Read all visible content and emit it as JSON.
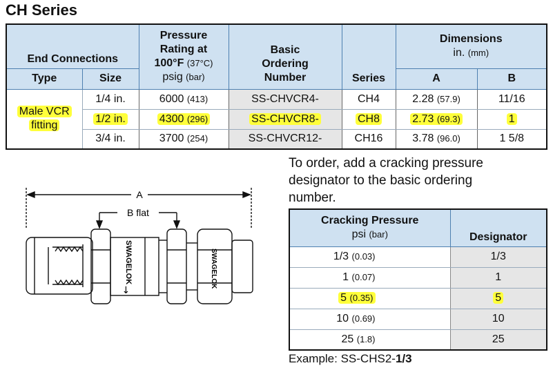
{
  "title": "CH Series",
  "main_table": {
    "headers": {
      "end_connections": "End Connections",
      "type": "Type",
      "size": "Size",
      "pressure_line1": "Pressure",
      "pressure_line2": "Rating at",
      "pressure_line3": "100°F",
      "pressure_line3_unit": "(37°C)",
      "pressure_line4": "psig",
      "pressure_line4_unit": "(bar)",
      "ordering_line1": "Basic",
      "ordering_line2": "Ordering",
      "ordering_line3": "Number",
      "series": "Series",
      "dimensions": "Dimensions",
      "dimensions_unit": "in.",
      "dimensions_unit_mm": "(mm)",
      "dim_a": "A",
      "dim_b": "B"
    },
    "type_line1": "Male VCR",
    "type_line2": "fitting",
    "rows": [
      {
        "size": "1/4 in.",
        "pressure": "6000",
        "pressure_bar": "(413)",
        "ordering": "SS-CHVCR4-",
        "series": "CH4",
        "a": "2.28",
        "a_mm": "(57.9)",
        "b": "11/16"
      },
      {
        "size": "1/2 in.",
        "pressure": "4300",
        "pressure_bar": "(296)",
        "ordering": "SS-CHVCR8-",
        "series": "CH8",
        "a": "2.73",
        "a_mm": "(69.3)",
        "b": "1"
      },
      {
        "size": "3/4 in.",
        "pressure": "3700",
        "pressure_bar": "(254)",
        "ordering": "SS-CHVCR12-",
        "series": "CH16",
        "a": "3.78",
        "a_mm": "(96.0)",
        "b": "1 5/8"
      }
    ],
    "highlight_color": "#ffff3a"
  },
  "order_note": "To order, add a cracking pressure designator to the basic ordering number.",
  "drawing": {
    "dim_a_label": "A",
    "b_flat_label": "B flat",
    "brand_text": "SWAGELOK",
    "arrow_glyph": "→"
  },
  "crack_table": {
    "header_left": "Cracking Pressure",
    "header_left_unit": "psi",
    "header_left_unit_bar": "(bar)",
    "header_right": "Designator",
    "rows": [
      {
        "psi": "1/3",
        "bar": "(0.03)",
        "designator": "1/3"
      },
      {
        "psi": "1",
        "bar": "(0.07)",
        "designator": "1"
      },
      {
        "psi": "5",
        "bar": "(0.35)",
        "designator": "5"
      },
      {
        "psi": "10",
        "bar": "(0.69)",
        "designator": "10"
      },
      {
        "psi": "25",
        "bar": "(1.8)",
        "designator": "25"
      }
    ]
  },
  "example": {
    "prefix": "Example: SS-CHS2-",
    "bold": "1/3"
  }
}
